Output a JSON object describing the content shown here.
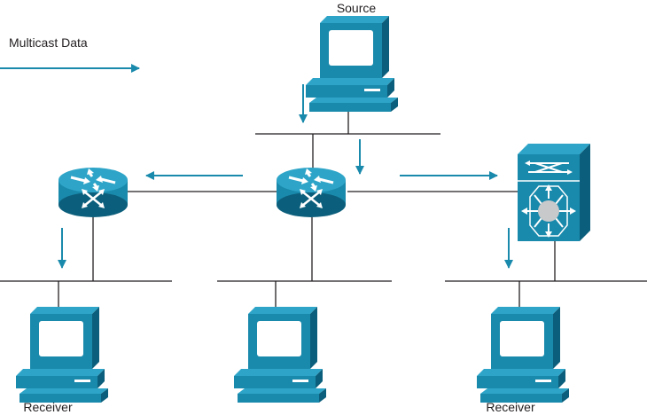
{
  "legend": {
    "label": "Multicast Data"
  },
  "nodes": {
    "source": {
      "label": "Source",
      "icon": "workstation-icon"
    },
    "router_left": {
      "icon": "router-icon"
    },
    "router_center": {
      "icon": "router-icon"
    },
    "switch_right": {
      "icon": "multilayer-switch-icon"
    },
    "receiver_left": {
      "label": "Receiver",
      "icon": "workstation-icon"
    },
    "host_center": {
      "icon": "workstation-icon"
    },
    "receiver_right": {
      "label": "Receiver",
      "icon": "workstation-icon"
    }
  },
  "colors": {
    "device": "#1a8aac",
    "device_dark": "#0c5f7c",
    "device_light": "#2ea5c8",
    "arrow": "#1a8aac",
    "line": "#231f20",
    "label": "#231f20"
  }
}
